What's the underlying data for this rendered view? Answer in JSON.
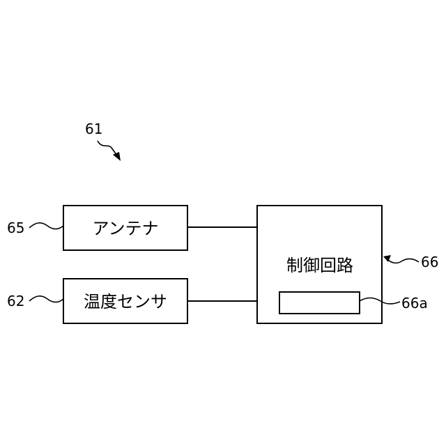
{
  "figure": {
    "system_ref": "61",
    "blocks": {
      "antenna": {
        "ref": "65",
        "label": "アンテナ"
      },
      "temperature_sensor": {
        "ref": "62",
        "label": "温度センサ"
      },
      "control_circuit": {
        "ref": "66",
        "label": "制御回路"
      },
      "memory_block": {
        "ref": "66a",
        "label": ""
      }
    }
  }
}
